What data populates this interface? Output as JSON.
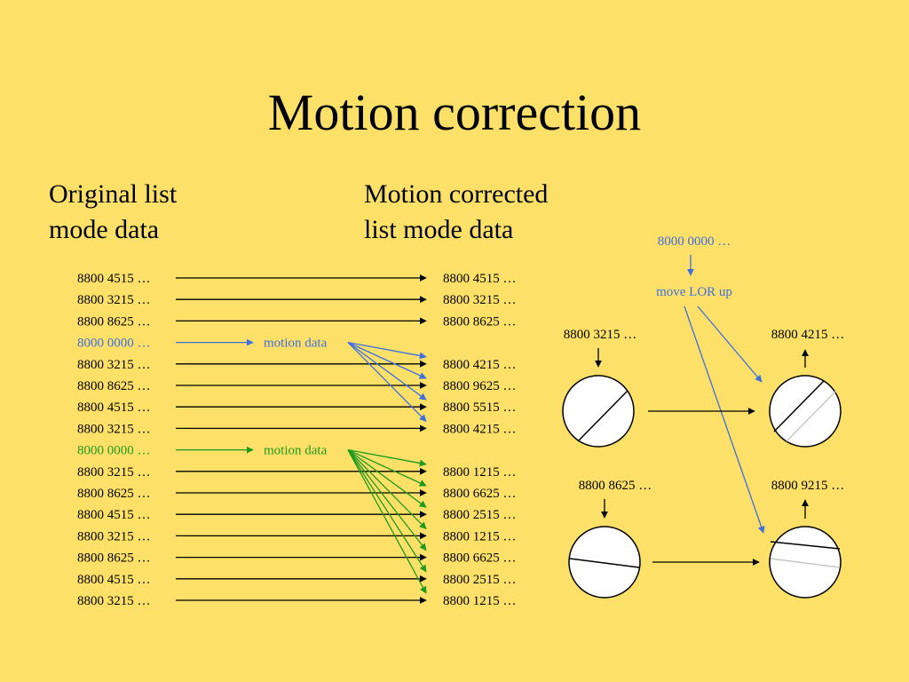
{
  "title": "Motion correction",
  "headings": {
    "original": [
      "Original list",
      "mode data"
    ],
    "corrected": [
      "Motion corrected",
      "list mode data"
    ]
  },
  "colors": {
    "background": "#FCE068",
    "event": "#000000",
    "motion_blue": "#3F6EE0",
    "motion_green": "#1E9A1E",
    "original_lor": "#000000",
    "moved_lor": "#C8C8C8"
  },
  "list": {
    "rows": [
      {
        "left": "8800 4515 …",
        "right": "8800 4515 …",
        "type": "event"
      },
      {
        "left": "8800 3215 …",
        "right": "8800 3215 …",
        "type": "event"
      },
      {
        "left": "8800 8625 …",
        "right": "8800 8625 …",
        "type": "event"
      },
      {
        "left": "8000 0000 …",
        "right": "",
        "type": "motion",
        "color": "blue",
        "label": "motion data"
      },
      {
        "left": "8800 3215 …",
        "right": "8800 4215 …",
        "type": "event"
      },
      {
        "left": "8800 8625 …",
        "right": "8800 9625 …",
        "type": "event"
      },
      {
        "left": "8800 4515 …",
        "right": "8800 5515 …",
        "type": "event"
      },
      {
        "left": "8800 3215 …",
        "right": "8800 4215 …",
        "type": "event"
      },
      {
        "left": "8000 0000 …",
        "right": "",
        "type": "motion",
        "color": "green",
        "label": "motion data"
      },
      {
        "left": "8800 3215 …",
        "right": "8800 1215 …",
        "type": "event"
      },
      {
        "left": "8800 8625 …",
        "right": "8800 6625 …",
        "type": "event"
      },
      {
        "left": "8800 4515 …",
        "right": "8800 2515 …",
        "type": "event"
      },
      {
        "left": "8800 3215 …",
        "right": "8800 1215 …",
        "type": "event"
      },
      {
        "left": "8800 8625 …",
        "right": "8800 6625 …",
        "type": "event"
      },
      {
        "left": "8800 4515 …",
        "right": "8800 2515 …",
        "type": "event"
      },
      {
        "left": "8800 3215 …",
        "right": "8800 1215 …",
        "type": "event"
      }
    ],
    "motion_links": [
      {
        "from": 3,
        "to": [
          4,
          5,
          6,
          7
        ],
        "color": "blue"
      },
      {
        "from": 8,
        "to": [
          9,
          10,
          11,
          12,
          13,
          14,
          15
        ],
        "color": "green"
      }
    ]
  },
  "illustration": {
    "motion_record": "8000 0000 …",
    "motion_label": "move LOR up",
    "before": [
      {
        "label": "8800 3215 …",
        "lor": "diagonal"
      },
      {
        "label": "8800 8625 …",
        "lor": "near-horizontal"
      }
    ],
    "after": [
      {
        "label": "8800 4215 …",
        "lor": "diagonal"
      },
      {
        "label": "8800 9215 …",
        "lor": "near-horizontal"
      }
    ]
  }
}
